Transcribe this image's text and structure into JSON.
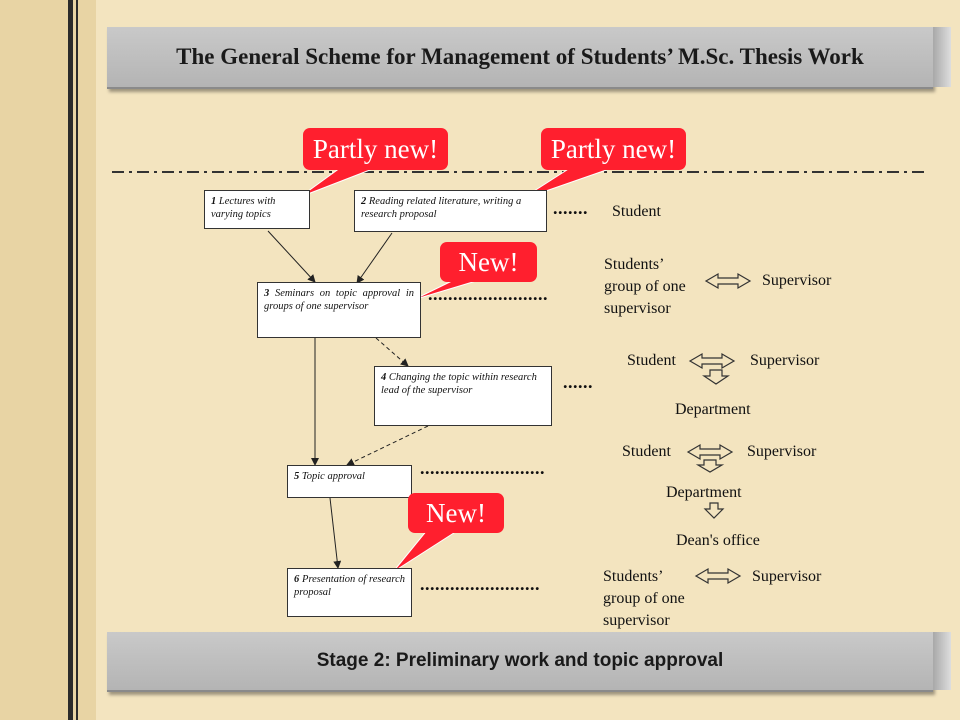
{
  "title": "The General Scheme for Management of Students’ M.Sc. Thesis Work",
  "stage": "Stage 2:  Preliminary work and topic approval",
  "callouts": {
    "partly_new_1": "Partly new!",
    "partly_new_2": "Partly new!",
    "new_1": "New!",
    "new_2": "New!"
  },
  "steps": [
    {
      "num": "1",
      "text": " Lectures with varying topics"
    },
    {
      "num": "2",
      "text": " Reading related literature, writing a research proposal"
    },
    {
      "num": "3",
      "text": " Seminars on topic approval in groups of one supervisor"
    },
    {
      "num": "4",
      "text": " Changing the topic within research lead of the supervisor"
    },
    {
      "num": "5",
      "text": " Topic approval"
    },
    {
      "num": "6",
      "text": " Presentation of research proposal"
    }
  ],
  "roles": {
    "student_1": "Student",
    "group_1": "Students’ group of one supervisor",
    "supervisor_1": "Supervisor",
    "student_2": "Student",
    "supervisor_2": "Supervisor",
    "department_1": "Department",
    "student_3": "Student",
    "supervisor_3": "Supervisor",
    "department_2": "Department",
    "deans_office": "Dean's office",
    "group_2": "Students’ group of one supervisor",
    "supervisor_4": "Supervisor"
  },
  "dotted_leaders": {
    "d1": ".......",
    "d2": "........................",
    "d3": "......",
    "d4": ".........................",
    "d5": "........................"
  },
  "colors": {
    "background": "#f3e4bf",
    "banner": "#bfbfbf",
    "callout": "#ff1f2e"
  }
}
